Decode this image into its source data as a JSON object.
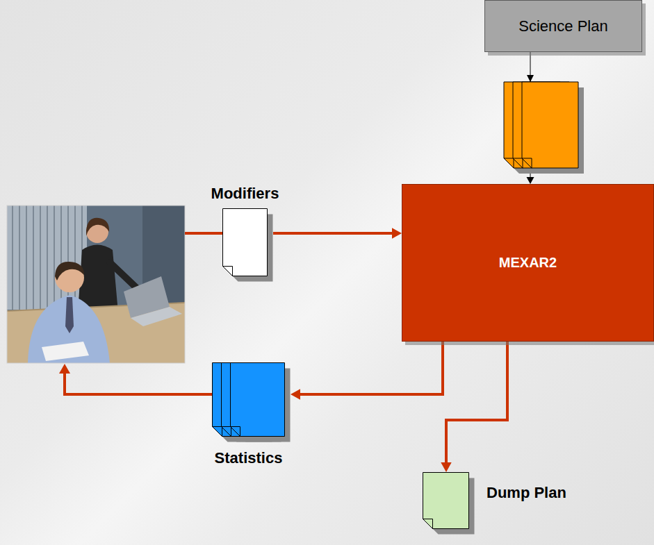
{
  "diagram": {
    "nodes": [
      {
        "text": [
          "Science Plan"
        ]
      },
      {
        "text": [
          "Modifiers"
        ]
      },
      {
        "text": [
          "MEXAR2"
        ]
      },
      {
        "text": [
          "Statistics"
        ]
      },
      {
        "text": [
          "Dump Plan"
        ]
      }
    ],
    "edges": [
      {
        "from": 0,
        "to": 2,
        "arrow": "to"
      },
      {
        "from": 1,
        "to": 2,
        "arrow": "to"
      },
      {
        "from": 2,
        "to": 3,
        "arrow": "to"
      },
      {
        "from": 2,
        "to": 4,
        "arrow": "to"
      }
    ]
  }
}
